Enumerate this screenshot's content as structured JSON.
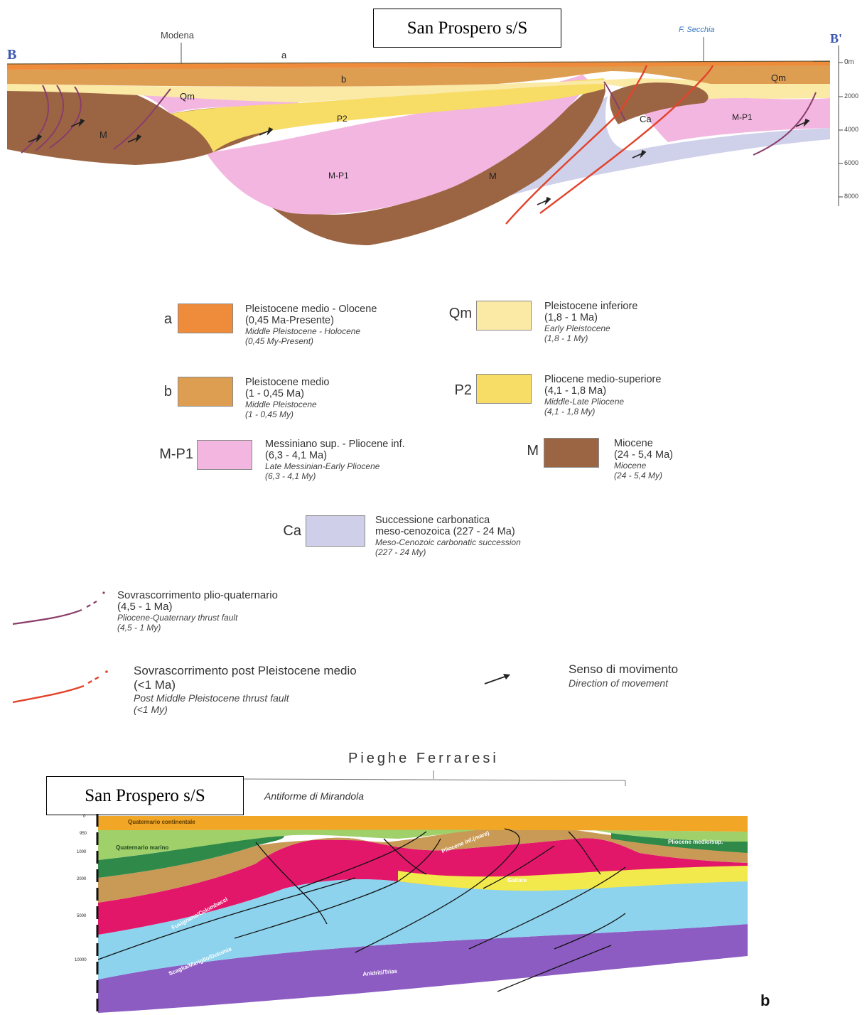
{
  "top_section": {
    "title_box": "San Prospero s/S",
    "endpoint_left": "B",
    "endpoint_right": "B'",
    "place_modena": "Modena",
    "place_secchia": "F. Secchia",
    "depth_ticks": [
      "0m",
      "2000",
      "4000",
      "6000",
      "8000"
    ],
    "unit_labels": {
      "a": "a",
      "b": "b",
      "qm_left": "Qm",
      "qm_right": "Qm",
      "p2": "P2",
      "m_left": "M",
      "mp1_center": "M-P1",
      "m_center": "M",
      "ca": "Ca",
      "mp1_right": "M-P1"
    }
  },
  "legend": {
    "units": [
      {
        "code": "a",
        "it": "Pleistocene medio - Olocene",
        "it2": "(0,45 Ma-Presente)",
        "en": "Middle Pleistocene - Holocene",
        "en2": "(0,45 My-Present)",
        "color": "#ef8c3c"
      },
      {
        "code": "Qm",
        "it": "Pleistocene inferiore",
        "it2": "(1,8 - 1 Ma)",
        "en": "Early Pleistocene",
        "en2": "(1,8 - 1 My)",
        "color": "#fbe9a6"
      },
      {
        "code": "b",
        "it": "Pleistocene medio",
        "it2": "(1 - 0,45 Ma)",
        "en": "Middle Pleistocene",
        "en2": "(1 - 0,45 My)",
        "color": "#de9e52"
      },
      {
        "code": "P2",
        "it": "Pliocene medio-superiore",
        "it2": "(4,1 - 1,8 Ma)",
        "en": "Middle-Late Pliocene",
        "en2": "(4,1 - 1,8 My)",
        "color": "#f7dc66"
      },
      {
        "code": "M-P1",
        "it": "Messiniano sup. - Pliocene inf.",
        "it2": "(6,3 - 4,1 Ma)",
        "en": "Late Messinian-Early Pliocene",
        "en2": "(6,3 - 4,1 My)",
        "color": "#f3b6e0"
      },
      {
        "code": "M",
        "it": "Miocene",
        "it2": "(24 - 5,4 Ma)",
        "en": "Miocene",
        "en2": "(24 - 5,4 My)",
        "color": "#9b6544"
      },
      {
        "code": "Ca",
        "it": "Successione carbonatica",
        "it2": "meso-cenozoica (227 - 24 Ma)",
        "en": "Meso-Cenozoic carbonatic succession",
        "en2": "(227 - 24 My)",
        "color": "#cfcfe9"
      }
    ],
    "faults": [
      {
        "it": "Sovrascorrimento plio-quaternario",
        "it2": "(4,5 - 1 Ma)",
        "en": "Pliocene-Quaternary thrust fault",
        "en2": "(4,5 - 1 My)",
        "color": "#8a3d6a"
      },
      {
        "it": "Sovrascorrimento post Pleistocene medio",
        "it2": "(<1 Ma)",
        "en": "Post Middle Pleistocene thrust fault",
        "en2": "(<1 My)",
        "color": "#e2432a"
      }
    ],
    "movement": {
      "it": "Senso di movimento",
      "en": "Direction of movement"
    }
  },
  "bottom_section": {
    "title": "Pieghe Ferraresi",
    "title_box": "San Prospero s/S",
    "subtitle": "Antiforme di Mirandola",
    "panel_letter": "b",
    "depth_ticks": [
      "0",
      "950",
      "1000",
      "2000",
      "5000",
      "10000"
    ],
    "unit_labels": {
      "quaternario_continentale": "Quaternario continentale",
      "quaternario_marino": "Quaternario marino",
      "pliocene_inf": "Pliocene inf.(mare)",
      "pliocene_medio": "Pliocene medio/sup.",
      "gallare": "Gallare",
      "fusignano": "Fusignano/Colombacci",
      "scaglia": "Scaglia/Marigllo/Dolomia",
      "anidriti": "Anidriti/Trias"
    }
  }
}
